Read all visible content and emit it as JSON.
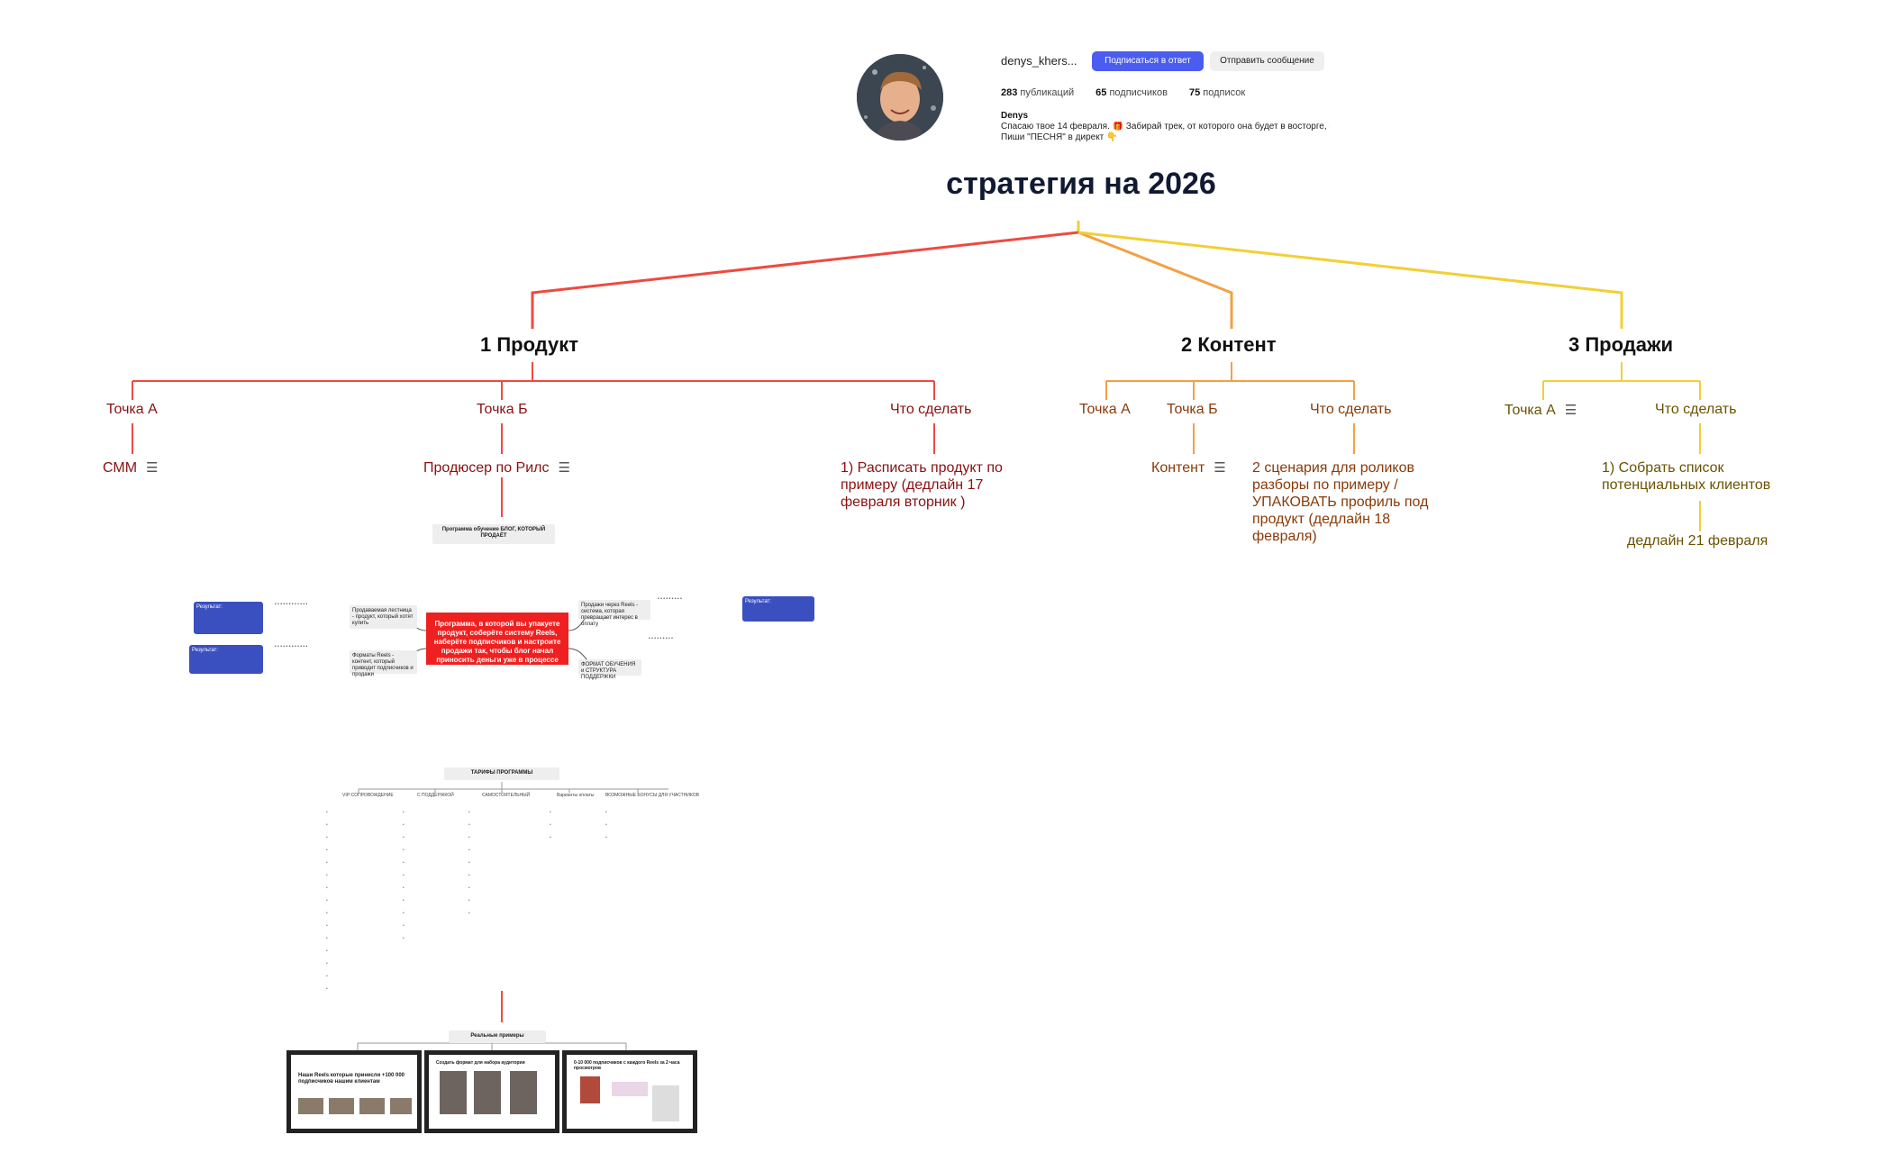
{
  "profile": {
    "username": "denys_khers...",
    "follow_button": "Подписаться в ответ",
    "message_button": "Отправить сообщение",
    "posts_count": "283",
    "posts_label": "публикаций",
    "followers_count": "65",
    "followers_label": "подписчиков",
    "following_count": "75",
    "following_label": "подписок",
    "name": "Denys",
    "bio_line1": "Спасаю твое 14 февраля. 🎁 Забирай трек, от которого она будет в восторге, за",
    "bio_line2": "Пиши \"ПЕСНЯ\" в директ 👇"
  },
  "map": {
    "title": "стратегия на 2026",
    "branches": [
      {
        "label": "1 Продукт",
        "color": "#ee4a40",
        "point_a": "Точка А",
        "point_a_value": "СММ",
        "point_b": "Точка Б",
        "point_b_value": "Продюсер по Рилс",
        "todo": "Что сделать",
        "todo_value": "1) Расписать продукт по примеру (дедлайн 17 февраля вторник )"
      },
      {
        "label": "2 Контент",
        "color": "#f3a045",
        "point_a": "Точка А",
        "point_b": "Точка Б",
        "point_b_value": "Контент",
        "todo": "Что сделать",
        "todo_value": "2 сценария для роликов разборы по примеру / УПАКОВАТЬ профиль под продукт (дедлайн 18 февраля)"
      },
      {
        "label": "3 Продажи",
        "color": "#f2cf35",
        "point_a": "Точка А",
        "todo": "Что сделать",
        "todo_value": "1) Собрать список потенциальных клиентов",
        "deadline": "дедлайн 21 февраля"
      }
    ],
    "program_label": "Программа обучение БЛОГ, КОТОРЫЙ ПРОДАЁТ"
  },
  "mindmap": {
    "center": "Программа, в которой вы упакуете продукт, соберёте систему Reels, наберёте подписчиков и настроите продажи так, чтобы блог начал приносить деньги уже в процессе обучения.",
    "left_top": "Продаваемая лестница - продукт, который хотят купить",
    "left_bottom": "Форматы Reels - контент, который приводит подписчиков и продажи",
    "right_top": "Продажи через Reels - система, которая превращает интерес в оплату",
    "right_bottom": "ФОРМАТ ОБУЧЕНИЯ и СТРУКТУРА ПОДДЕРЖКИ",
    "result1": "Результат:",
    "result2": "Результат:",
    "result3": "Результат:"
  },
  "tariffs": {
    "title": "ТАРИФЫ ПРОГРАММЫ",
    "columns": [
      "VIP-СОПРОВОЖДЕНИЕ",
      "С ПОДДЕРЖКОЙ",
      "САМОСТОЯТЕЛЬНЫЙ",
      "Варианты оплаты",
      "ВОЗМОЖНЫЕ БОНУСЫ ДЛЯ УЧАСТНИКОВ"
    ]
  },
  "examples": {
    "title": "Реальные примеры",
    "slide1": "Наши Reels которые принесли +100 000 подписчиков нашим клиентам",
    "slide2": "Создать формат для набора аудитории",
    "slide3": "0-10 000 подписчиков с каждого Reels за 2 часа просмотров"
  }
}
